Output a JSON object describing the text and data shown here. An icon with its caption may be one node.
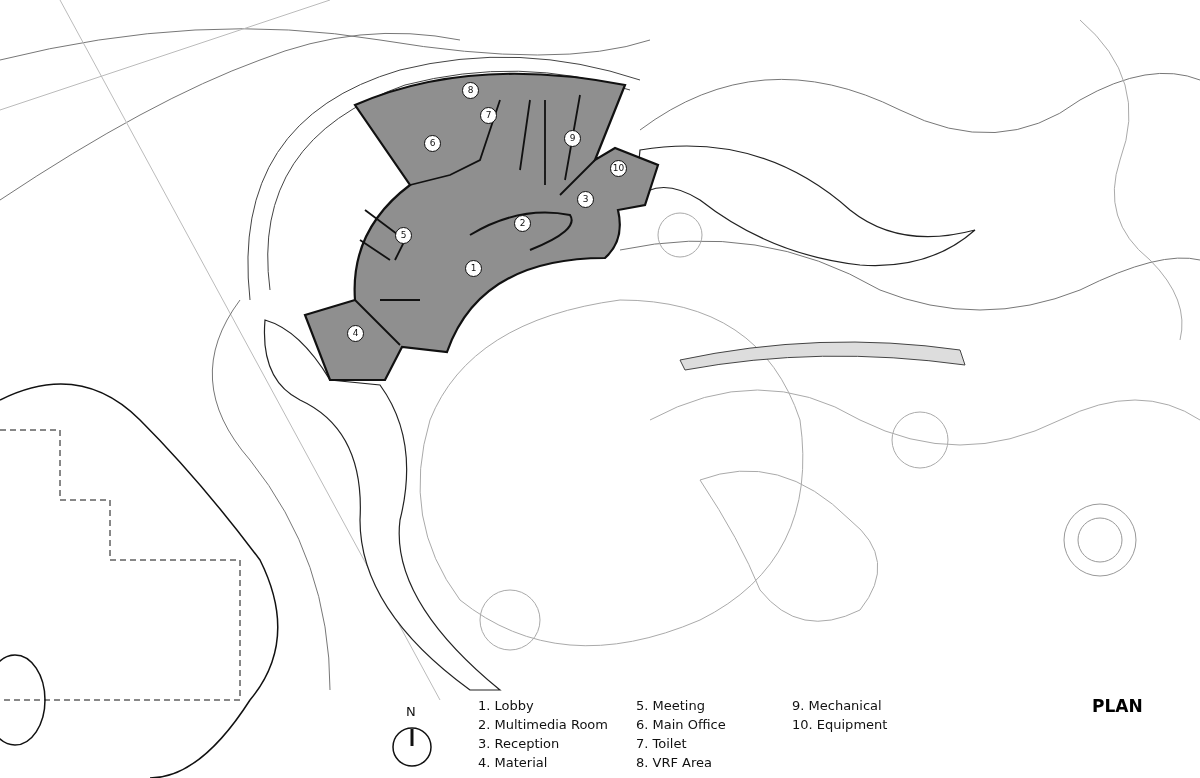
{
  "diagram": {
    "title": "PLAN",
    "labels": [
      "8",
      "7",
      "6",
      "9",
      "10",
      "3",
      "2",
      "5",
      "1",
      "4",
      "N",
      "1. Lobby",
      "2. Multimedia Room",
      "3. Reception",
      "4. Material",
      "5. Meeting",
      "6. Main Office",
      "7. Toilet",
      "8. VRF Area",
      "9. Mechanical",
      "10. Equipment"
    ]
  }
}
